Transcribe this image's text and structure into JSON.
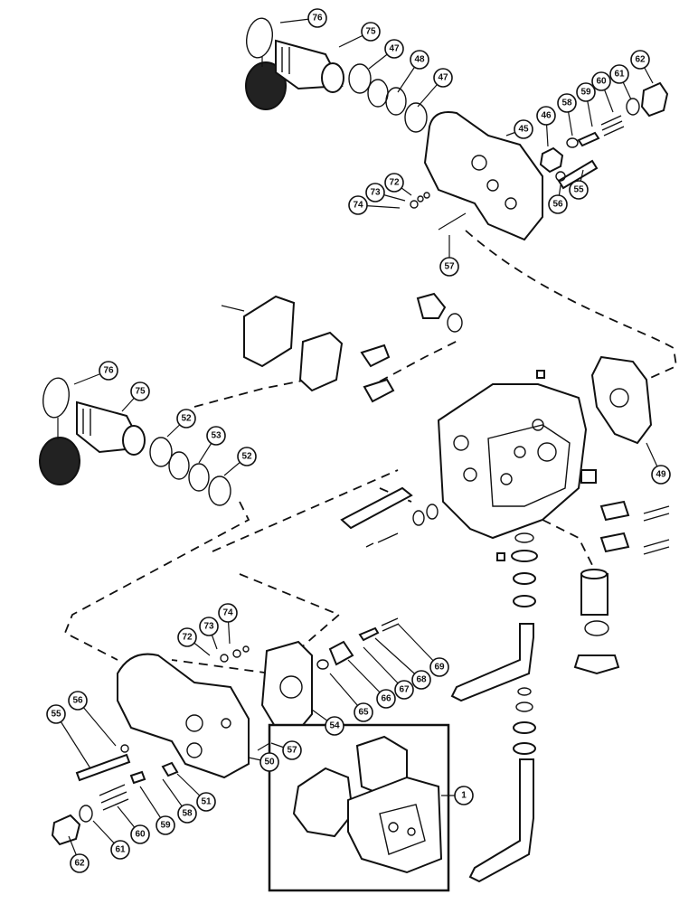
{
  "callouts": [
    {
      "id": "76",
      "text": "76"
    },
    {
      "id": "75",
      "text": "75"
    },
    {
      "id": "47",
      "text": "47"
    },
    {
      "id": "48",
      "text": "48"
    },
    {
      "id": "47b",
      "text": "47"
    },
    {
      "id": "62",
      "text": "62"
    },
    {
      "id": "61",
      "text": "61"
    },
    {
      "id": "60",
      "text": "60"
    },
    {
      "id": "59",
      "text": "59"
    },
    {
      "id": "58",
      "text": "58"
    },
    {
      "id": "46",
      "text": "46"
    },
    {
      "id": "45",
      "text": "45"
    },
    {
      "id": "72",
      "text": "72"
    },
    {
      "id": "73",
      "text": "73"
    },
    {
      "id": "74",
      "text": "74"
    },
    {
      "id": "56",
      "text": "56"
    },
    {
      "id": "55",
      "text": "55"
    },
    {
      "id": "57",
      "text": "57"
    },
    {
      "id": "76b",
      "text": "76"
    },
    {
      "id": "75b",
      "text": "75"
    },
    {
      "id": "52",
      "text": "52"
    },
    {
      "id": "53",
      "text": "53"
    },
    {
      "id": "52b",
      "text": "52"
    },
    {
      "id": "49",
      "text": "49"
    },
    {
      "id": "74b",
      "text": "74"
    },
    {
      "id": "73b",
      "text": "73"
    },
    {
      "id": "72b",
      "text": "72"
    },
    {
      "id": "69",
      "text": "69"
    },
    {
      "id": "68",
      "text": "68"
    },
    {
      "id": "67",
      "text": "67"
    },
    {
      "id": "66",
      "text": "66"
    },
    {
      "id": "65",
      "text": "65"
    },
    {
      "id": "54",
      "text": "54"
    },
    {
      "id": "55b",
      "text": "55"
    },
    {
      "id": "56b",
      "text": "56"
    },
    {
      "id": "57b",
      "text": "57"
    },
    {
      "id": "50",
      "text": "50"
    },
    {
      "id": "51",
      "text": "51"
    },
    {
      "id": "58b",
      "text": "58"
    },
    {
      "id": "59b",
      "text": "59"
    },
    {
      "id": "60b",
      "text": "60"
    },
    {
      "id": "61b",
      "text": "61"
    },
    {
      "id": "62b",
      "text": "62"
    },
    {
      "id": "1",
      "text": "1"
    }
  ]
}
